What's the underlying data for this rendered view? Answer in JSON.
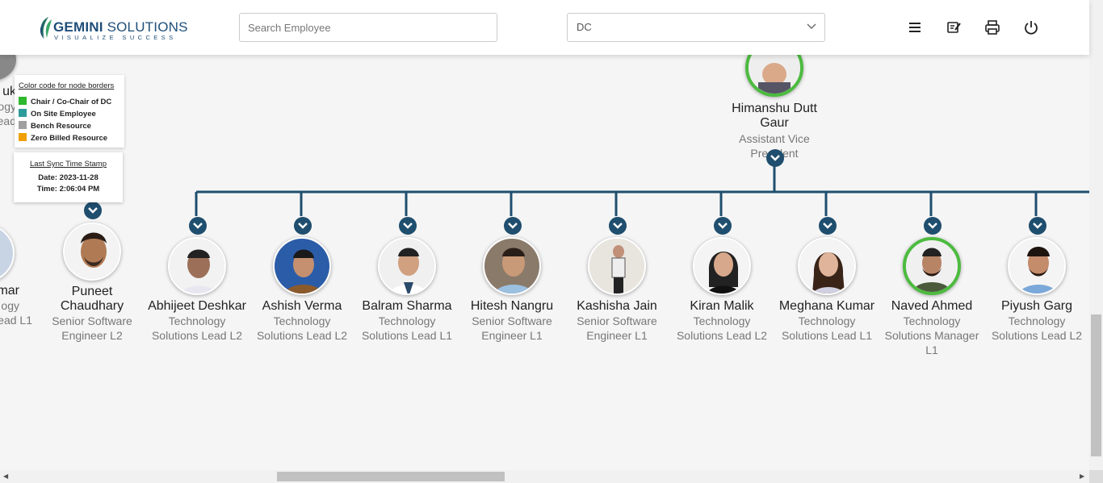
{
  "header": {
    "logo_brand": "GEMINI",
    "logo_product": "SOLUTIONS",
    "logo_tagline": "VISUALIZE SUCCESS",
    "search_placeholder": "Search Employee",
    "dc_select_value": "DC",
    "icons": [
      "menu-icon",
      "edit-note-icon",
      "print-icon",
      "power-icon"
    ]
  },
  "legend": {
    "title": "Color code for node borders",
    "items": [
      {
        "label": "Chair / Co-Chair of DC",
        "color": "#2eb82e"
      },
      {
        "label": "On Site Employee",
        "color": "#2e9b9b"
      },
      {
        "label": "Bench Resource",
        "color": "#a0a0a0"
      },
      {
        "label": "Zero Billed Resource",
        "color": "#f0a000"
      }
    ]
  },
  "sync": {
    "title": "Last Sync Time Stamp",
    "date": "Date: 2023-11-28",
    "time": "Time: 2:06:04 PM"
  },
  "colors": {
    "line": "#1f4e6e",
    "accent": "#1f4e79",
    "chair_border": "#4cbb3f"
  },
  "parent": {
    "name": "Himanshu Dutt Gaur",
    "role": "Assistant Vice President"
  },
  "partial_left": [
    {
      "name": "uk",
      "role_1": "ogy",
      "role_2": "ead"
    },
    {
      "name": "mar",
      "role_1": "ogy",
      "role_2": "ead L1"
    }
  ],
  "left_sibling": {
    "name": "Puneet Chaudhary",
    "role": "Senior Software Engineer L2"
  },
  "children": [
    {
      "name": "Abhijeet Deshkar",
      "role": "Technology Solutions Lead L2",
      "chair": false
    },
    {
      "name": "Ashish Verma",
      "role": "Technology Solutions Lead L2",
      "chair": false
    },
    {
      "name": "Balram Sharma",
      "role": "Technology Solutions Lead L1",
      "chair": false
    },
    {
      "name": "Hitesh Nangru",
      "role": "Senior Software Engineer L1",
      "chair": false
    },
    {
      "name": "Kashisha Jain",
      "role": "Senior Software Engineer L1",
      "chair": false
    },
    {
      "name": "Kiran Malik",
      "role": "Technology Solutions Lead L2",
      "chair": false
    },
    {
      "name": "Meghana Kumar",
      "role": "Technology Solutions Lead L1",
      "chair": false
    },
    {
      "name": "Naved Ahmed",
      "role": "Technology Solutions Manager L1",
      "chair": true
    },
    {
      "name": "Piyush Garg",
      "role": "Technology Solutions Lead L2",
      "chair": false
    }
  ]
}
